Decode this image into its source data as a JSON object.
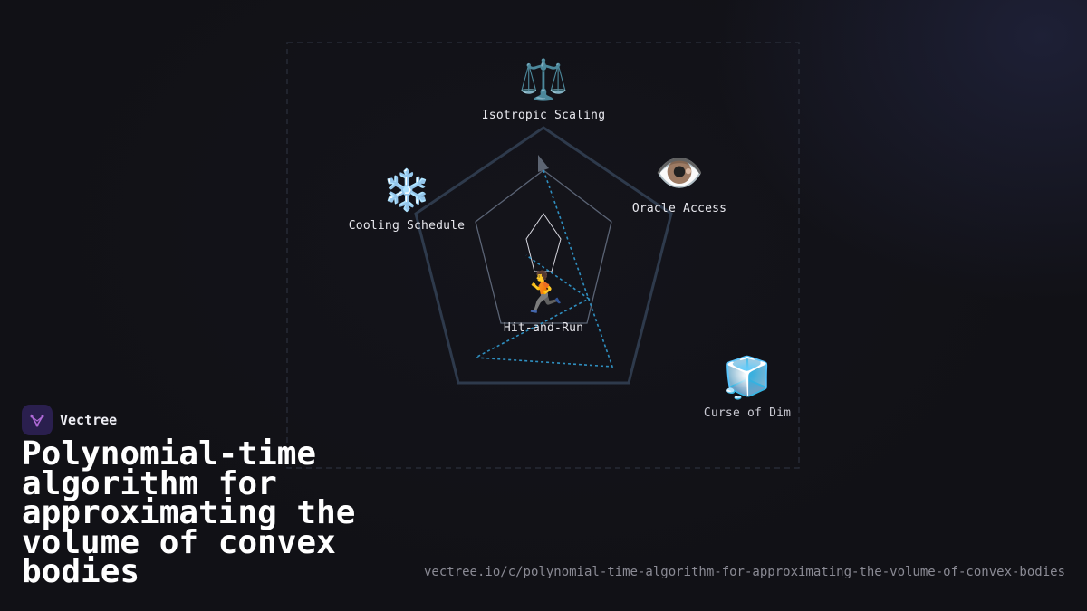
{
  "brand": {
    "name": "Vectree"
  },
  "title": "Polynomial-time algorithm for approximating the volume of convex bodies",
  "url": "vectree.io/c/polynomial-time-algorithm-for-approximating-the-volume-of-convex-bodies",
  "nodes": {
    "isotropic_scaling": {
      "icon": "⚖️",
      "label": "Isotropic Scaling"
    },
    "oracle_access": {
      "icon": "👁️",
      "label": "Oracle Access"
    },
    "cooling_schedule": {
      "icon": "❄️",
      "label": "Cooling Schedule"
    },
    "hit_and_run": {
      "icon": "🏃",
      "label": "Hit-and-Run"
    },
    "curse_of_dim": {
      "icon": "🧊",
      "label": "Curse of Dim"
    }
  },
  "colors": {
    "background": "#111116",
    "outer_pentagon": "#2e3a4c",
    "inner_pentagon": "#5b6475",
    "walk_path": "#2f8fc0",
    "brand_logo": "#2a1f4e",
    "brand_mark": "#b06ad8"
  }
}
